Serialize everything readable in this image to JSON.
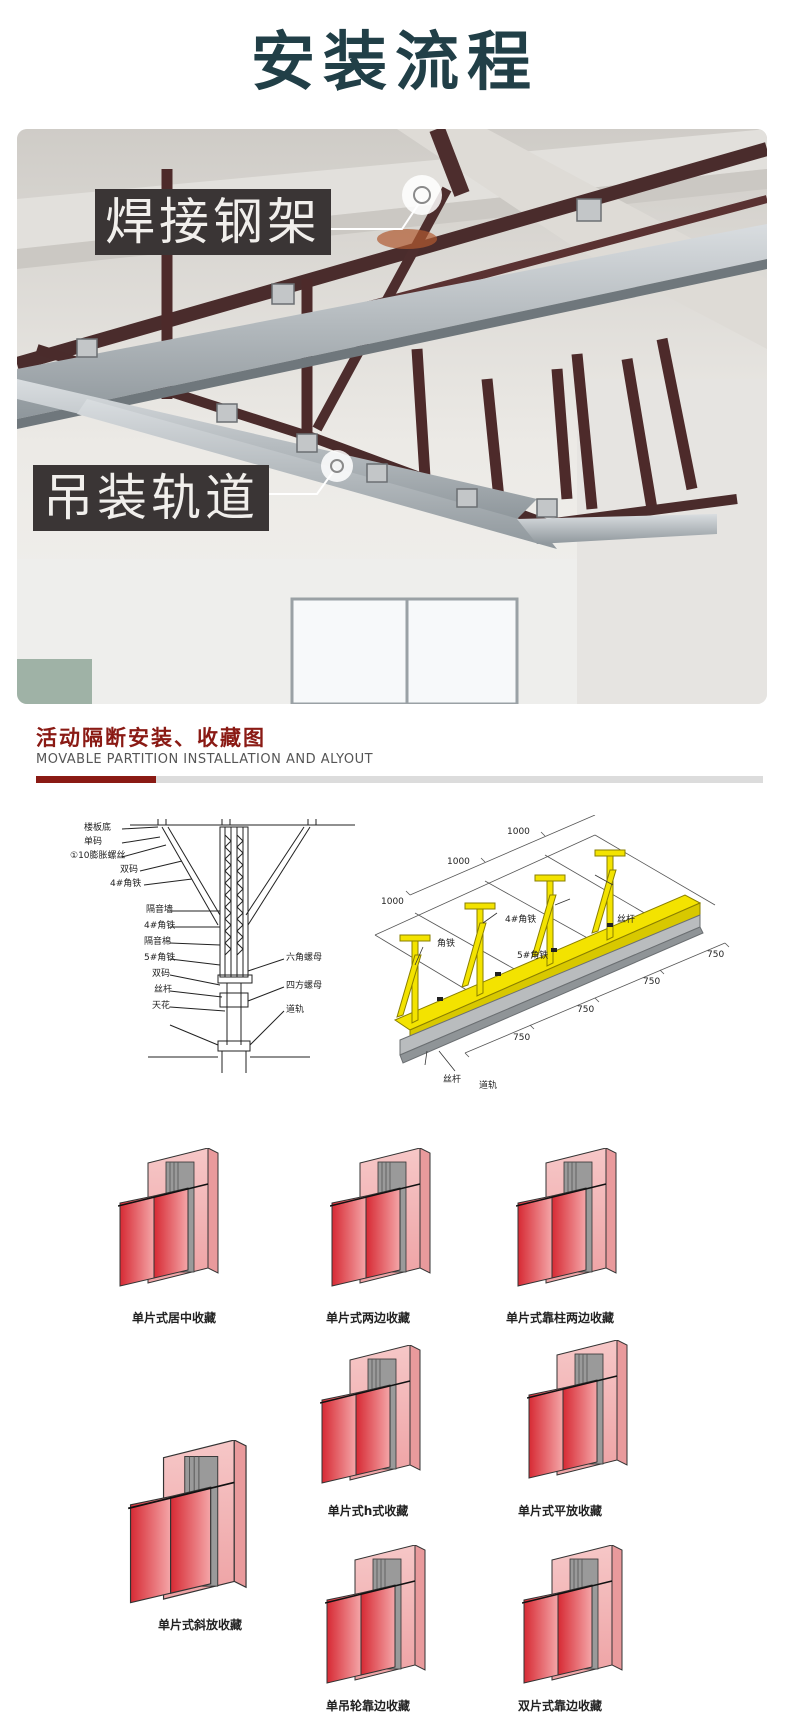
{
  "page": {
    "title": "安装流程"
  },
  "photo": {
    "label_top": "焊接钢架",
    "label_bottom": "吊装轨道"
  },
  "section": {
    "title_cn": "活动隔断安装、收藏图",
    "title_en": "MOVABLE PARTITION INSTALLATION AND ALYOUT"
  },
  "section_diagram": {
    "labels": [
      "楼板底",
      "单码",
      "①10膨胀螺丝",
      "双码",
      "4#角铁",
      "隔音墙",
      "4#角铁",
      "隔音棉",
      "5#角铁",
      "双码",
      "丝杆",
      "天花"
    ],
    "right_labels": [
      "六角螺母",
      "四方螺母",
      "道轨"
    ]
  },
  "iso_diagram": {
    "dims_top": [
      "1000",
      "1000",
      "1000"
    ],
    "dims_bottom": [
      "750",
      "750",
      "750",
      "750"
    ],
    "labels": {
      "angle": "角铁",
      "angle4": "4#角铁",
      "angle5": "5#角铁",
      "rod": "丝杆",
      "rod_bottom": "丝杆",
      "rail": "道轨"
    }
  },
  "storage_types": [
    "单片式居中收藏",
    "单片式两边收藏",
    "单片式靠柱两边收藏",
    "单片式h式收藏",
    "单片式平放收藏",
    "单片式斜放收藏",
    "单吊轮靠边收藏",
    "双片式靠边收藏"
  ],
  "colors": {
    "title": "#213f47",
    "accent": "#8a1a14",
    "yellow": "#f3e300",
    "panel_red": "#e8323a",
    "panel_pink": "#f3b3b3"
  }
}
